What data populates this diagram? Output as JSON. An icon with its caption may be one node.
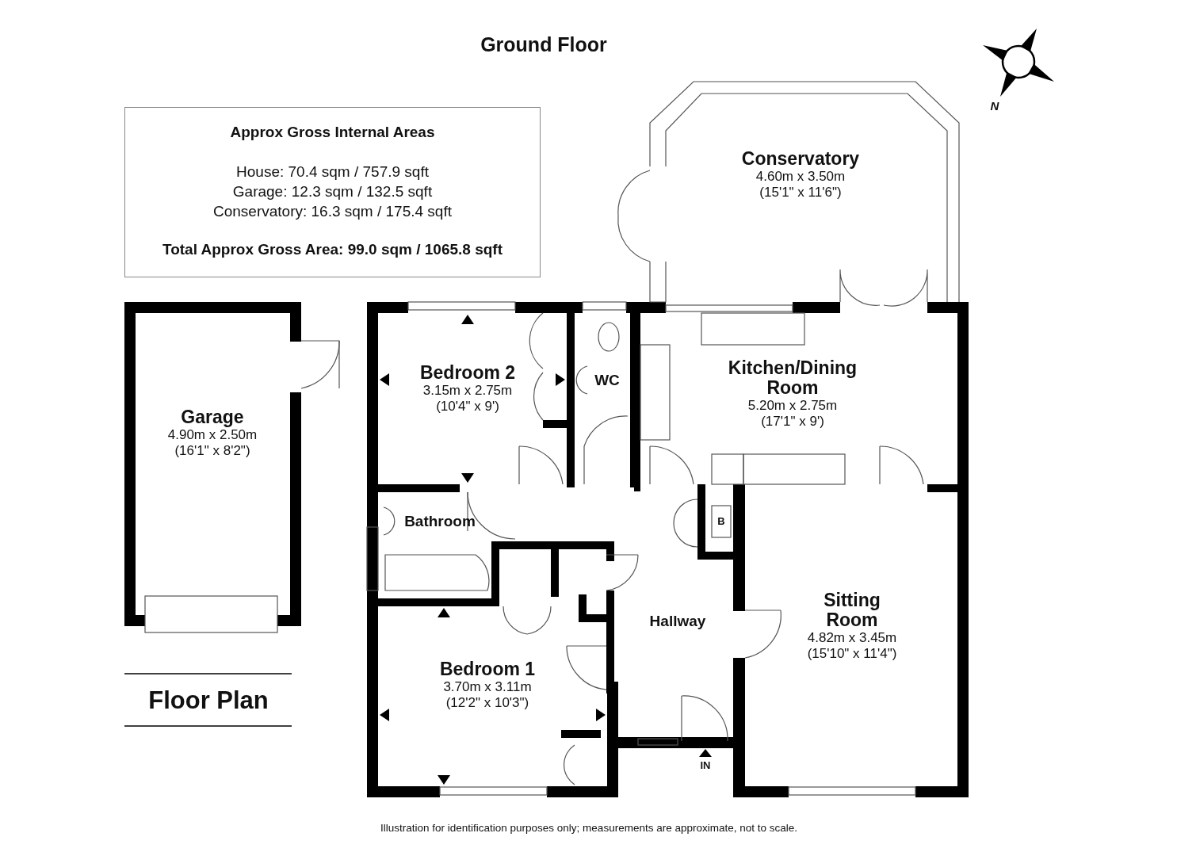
{
  "diagram": {
    "title": "Ground Floor",
    "caption": "Illustration for identification purposes only; measurements are approximate, not to scale.",
    "nodes": [
      {
        "text": [
          "Approx Gross Internal Areas",
          "House: 70.4 sqm / 757.9 sqft",
          "Garage: 12.3 sqm / 132.5 sqft",
          "Conservatory: 16.3 sqm / 175.4 sqft",
          "Total Approx Gross Area: 99.0 sqm / 1065.8 sqft"
        ]
      },
      {
        "text": [
          "Conservatory",
          "4.60m x 3.50m",
          "(15'1\" x 11'6\")"
        ]
      },
      {
        "text": [
          "Garage",
          "4.90m x 2.50m",
          "(16'1\" x 8'2\")"
        ]
      },
      {
        "text": [
          "Bedroom 2",
          "3.15m x 2.75m",
          "(10'4\" x 9')"
        ]
      },
      {
        "text": [
          "WC"
        ]
      },
      {
        "text": [
          "Kitchen/Dining Room",
          "5.20m x 2.75m",
          "(17'1\" x 9')"
        ]
      },
      {
        "text": [
          "Bathroom"
        ]
      },
      {
        "text": [
          "Hallway"
        ]
      },
      {
        "text": [
          "Sitting Room",
          "4.82m x 3.45m",
          "(15'10\" x 11'4\")"
        ]
      },
      {
        "text": [
          "Bedroom 1",
          "3.70m x 3.11m",
          "(12'2\" x 10'3\")"
        ]
      }
    ],
    "labels": [
      "N",
      "B",
      "IN",
      "Floor Plan"
    ]
  }
}
